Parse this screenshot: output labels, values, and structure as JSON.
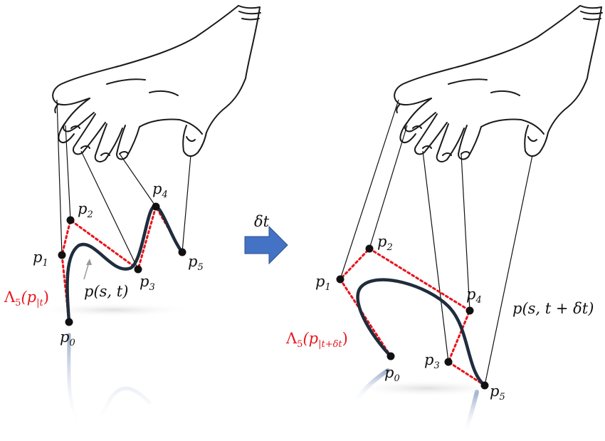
{
  "colors": {
    "control_polygon": "#e8141b",
    "curve": "#1f2d3d",
    "curve_reflection": "#a9b7cf",
    "arrow": "#4472c4",
    "strings": "#111111",
    "points": "#111111",
    "hand_outline": "#1a1a1a"
  },
  "icons": {
    "hand_left": "puppeteer-hand-icon",
    "hand_right": "puppeteer-hand-icon",
    "transition_arrow": "right-arrow-icon"
  },
  "left_panel": {
    "points": [
      {
        "base": "p",
        "sub": "0"
      },
      {
        "base": "p",
        "sub": "1"
      },
      {
        "base": "p",
        "sub": "2"
      },
      {
        "base": "p",
        "sub": "3"
      },
      {
        "base": "p",
        "sub": "4"
      },
      {
        "base": "p",
        "sub": "5"
      }
    ],
    "polygon_label": {
      "lambda": "Λ",
      "order": "5",
      "open": "(p",
      "sub": "|t",
      "close": ")"
    },
    "curve_label": "p(s, t)"
  },
  "transition": {
    "label": "δt"
  },
  "right_panel": {
    "points": [
      {
        "base": "p",
        "sub": "0"
      },
      {
        "base": "p",
        "sub": "1"
      },
      {
        "base": "p",
        "sub": "2"
      },
      {
        "base": "p",
        "sub": "3"
      },
      {
        "base": "p",
        "sub": "4"
      },
      {
        "base": "p",
        "sub": "5"
      }
    ],
    "polygon_label": {
      "lambda": "Λ",
      "order": "5",
      "open": "(p",
      "sub": "|t+δt",
      "close": ")"
    },
    "curve_label": "p(s, t + δt)"
  }
}
